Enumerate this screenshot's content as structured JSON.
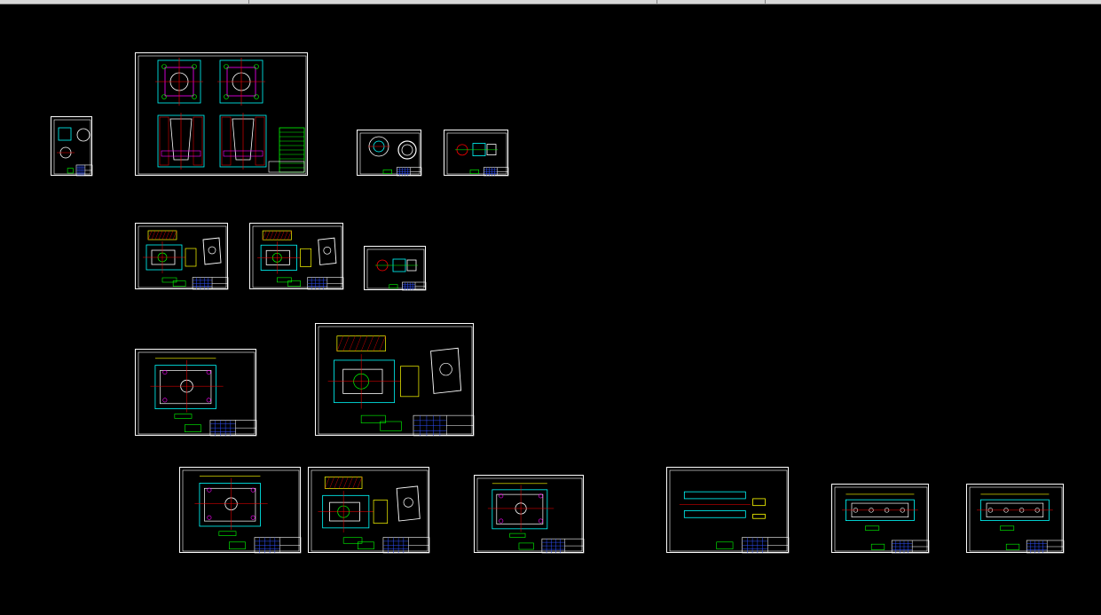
{
  "window": {
    "background": "#000000",
    "toolbar_color": "#d8d8d8"
  },
  "palette": {
    "frame": "#ffffff",
    "cyan": "#00ffff",
    "green": "#00ff00",
    "red": "#ff0000",
    "magenta": "#ff00ff",
    "yellow": "#ffff00",
    "blue": "#3050ff"
  },
  "drawings": [
    {
      "id": "sheet-part-small-vertical",
      "kind": "part-small"
    },
    {
      "id": "sheet-assembly-main",
      "kind": "assembly"
    },
    {
      "id": "sheet-ring-part",
      "kind": "ring"
    },
    {
      "id": "sheet-small-part",
      "kind": "small"
    },
    {
      "id": "sheet-plate-1",
      "kind": "plate"
    },
    {
      "id": "sheet-plate-2",
      "kind": "plate"
    },
    {
      "id": "sheet-small-insert",
      "kind": "small"
    },
    {
      "id": "sheet-cavity-plate",
      "kind": "cavity"
    },
    {
      "id": "sheet-core-plate",
      "kind": "plate-large"
    },
    {
      "id": "sheet-plate-3",
      "kind": "cavity"
    },
    {
      "id": "sheet-plate-4",
      "kind": "plate"
    },
    {
      "id": "sheet-plate-5",
      "kind": "cavity"
    },
    {
      "id": "sheet-support-plate",
      "kind": "support"
    },
    {
      "id": "sheet-plate-6",
      "kind": "strip"
    },
    {
      "id": "sheet-plate-7",
      "kind": "strip"
    }
  ]
}
